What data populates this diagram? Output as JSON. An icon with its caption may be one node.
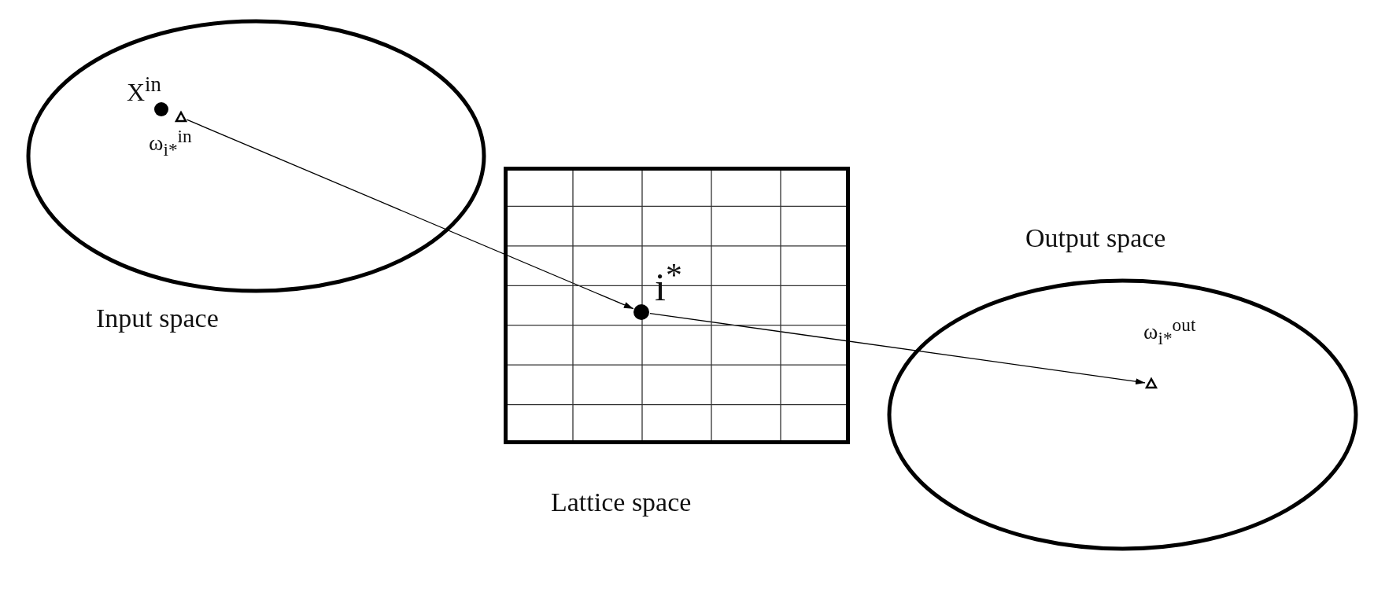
{
  "diagram": {
    "nodes": [
      {
        "text": [
          "Input space"
        ]
      },
      {
        "text": [
          "X$^{in}$"
        ],
        "in": 0
      },
      {
        "text": [
          "ω$_{i*}$$^{in}$"
        ],
        "in": 0
      },
      {
        "text": [
          "Lattice space"
        ]
      },
      {
        "text": [
          "i$^{*}$"
        ],
        "in": 3
      },
      {
        "text": [
          "Output space"
        ]
      },
      {
        "text": [
          "ω$_{i*}$$^{out}$"
        ],
        "in": 5
      }
    ],
    "edges": [
      {
        "from": 2,
        "to": 4,
        "arrow": "to"
      },
      {
        "from": 4,
        "to": 6,
        "arrow": "to"
      }
    ]
  }
}
